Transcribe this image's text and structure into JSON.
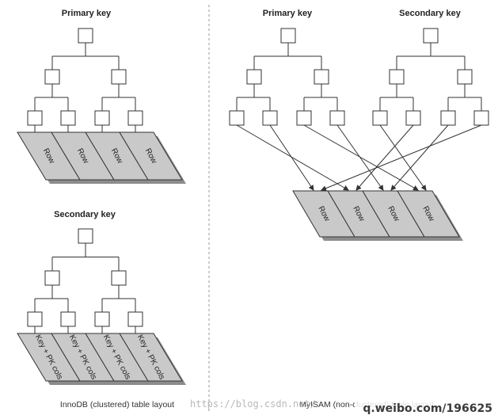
{
  "innodb": {
    "primary_label": "Primary key",
    "secondary_label": "Secondary key",
    "primary_rows": [
      "Row",
      "Row",
      "Row",
      "Row"
    ],
    "secondary_rows": [
      "Key + PK cols",
      "Key + PK cols",
      "Key + PK cols",
      "Key + PK cols"
    ],
    "caption": "InnoDB (clustered) table layout"
  },
  "myisam": {
    "primary_label": "Primary key",
    "secondary_label": "Secondary key",
    "rows": [
      "Row",
      "Row",
      "Row",
      "Row"
    ],
    "caption": "MyISAM (non-clustered) table layout"
  },
  "watermarks": {
    "blog": "https://blog.csdn.net/",
    "weibo": "q.weibo.com/196625"
  },
  "colors": {
    "row_fill": "#c9c9c9",
    "row_shadow": "#8c8c8c",
    "line": "#333333",
    "divider": "#9a9a9a"
  }
}
